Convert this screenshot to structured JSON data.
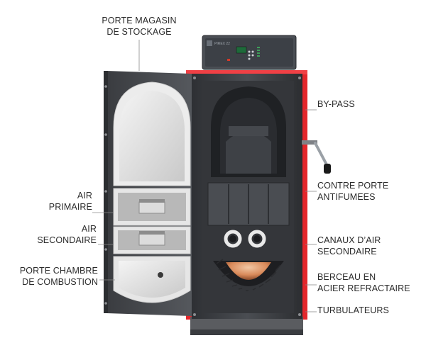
{
  "labels": {
    "porte_magasin": [
      "PORTE MAGASIN",
      "DE STOCKAGE"
    ],
    "air_primaire": [
      "AIR",
      "PRIMAIRE"
    ],
    "air_secondaire": [
      "AIR",
      "SECONDAIRE"
    ],
    "porte_chambre": [
      "PORTE CHAMBRE",
      "DE COMBUSTION"
    ],
    "by_pass": [
      "BY-PASS"
    ],
    "contre_porte": [
      "CONTRE PORTE",
      "ANTIFUMEES"
    ],
    "canaux_air": [
      "CANAUX D’AIR",
      "SECONDAIRE"
    ],
    "berceau": [
      "BERCEAU EN",
      "ACIER REFRACTAIRE"
    ],
    "turbulateurs": [
      "TURBULATEURS"
    ]
  },
  "controller": {
    "screen_text": "PIREX 22"
  },
  "colors": {
    "casing_red": "#e3262b",
    "body_dark": "#3d3f43",
    "insulation": "#cfcfcf",
    "callout_line": "#8a8a8a"
  }
}
